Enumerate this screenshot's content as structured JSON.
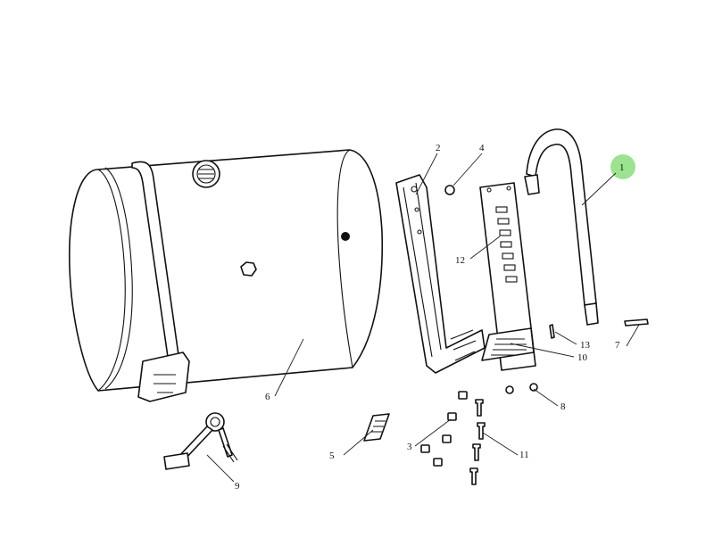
{
  "highlight_color": "#9be38f",
  "callouts": [
    {
      "id": "1",
      "label": "1"
    },
    {
      "id": "2",
      "label": "2"
    },
    {
      "id": "3",
      "label": "3"
    },
    {
      "id": "4",
      "label": "4"
    },
    {
      "id": "5",
      "label": "5"
    },
    {
      "id": "6",
      "label": "6"
    },
    {
      "id": "7",
      "label": "7"
    },
    {
      "id": "8",
      "label": "8"
    },
    {
      "id": "9",
      "label": "9"
    },
    {
      "id": "10",
      "label": "10"
    },
    {
      "id": "11",
      "label": "11"
    },
    {
      "id": "12",
      "label": "12"
    },
    {
      "id": "13",
      "label": "13"
    }
  ],
  "highlighted_callout": "1"
}
